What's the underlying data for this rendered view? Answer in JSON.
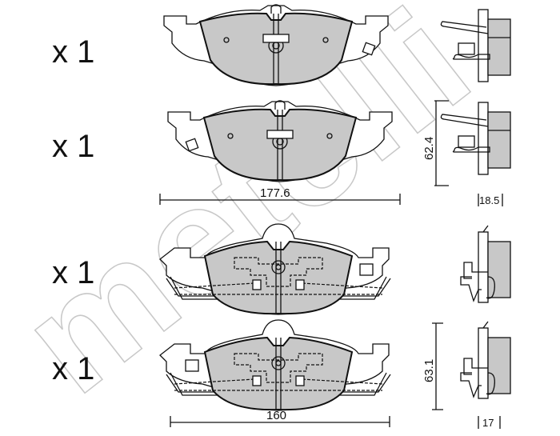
{
  "watermark": "metelli",
  "quantities": [
    "x 1",
    "x 1",
    "x 1",
    "x 1"
  ],
  "dimensions": {
    "width_front": "177.6",
    "height_front": "62.4",
    "thickness_front": "18.5",
    "width_rear": "160",
    "height_rear": "63.1",
    "thickness_rear": "17"
  },
  "colors": {
    "friction_material": "#c8c8c8",
    "watermark": "#c8c8c8"
  }
}
